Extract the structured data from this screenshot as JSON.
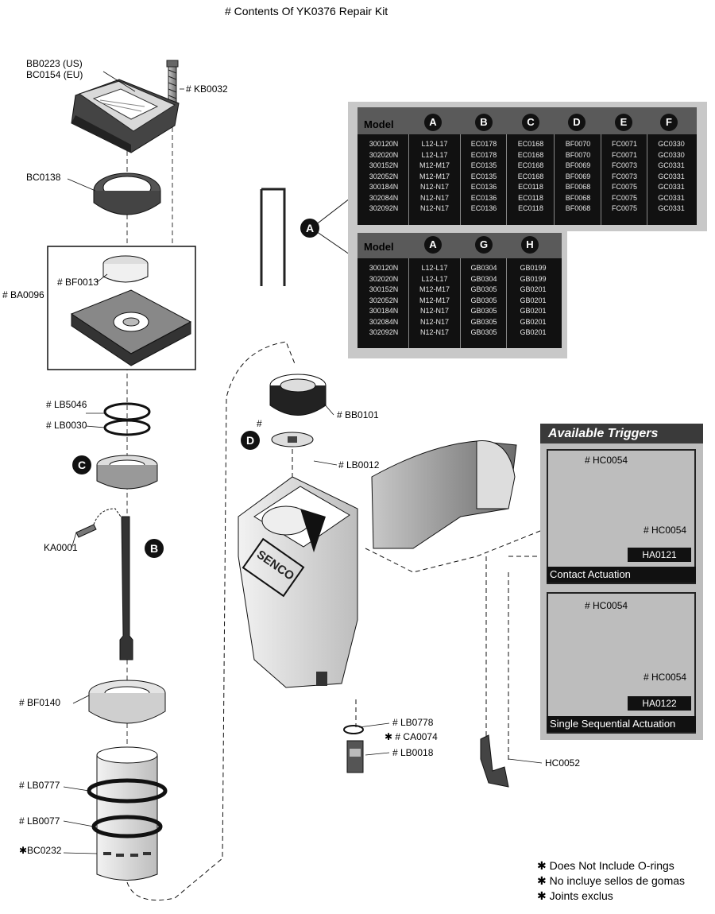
{
  "title": "# Contents Of YK0376 Repair Kit",
  "labels": {
    "bb0223_us": "BB0223 (US)",
    "bc0154_eu": "BC0154 (EU)",
    "kb0032": "# KB0032",
    "bc0138": "BC0138",
    "bf0013": "# BF0013",
    "ba0096": "# BA0096",
    "lb5046": "# LB5046",
    "lb0030": "# LB0030",
    "ka0001": "KA0001",
    "bf0140": "# BF0140",
    "lb0777": "# LB0777",
    "lb0077": "# LB0077",
    "bc0232": "✱BC0232",
    "bb0101": "# BB0101",
    "lb0012": "# LB0012",
    "d_hash": "#",
    "lb0778": "# LB0778",
    "ca0074": "✱ # CA0074",
    "lb0018": "# LB0018",
    "hc0052": "HC0052"
  },
  "callouts": {
    "a": "A",
    "b": "B",
    "c": "C",
    "d": "D"
  },
  "table1": {
    "model_label": "Model",
    "headers": [
      "A",
      "B",
      "C",
      "D",
      "E",
      "F"
    ],
    "columns": [
      [
        "300120N",
        "302020N",
        "300152N",
        "302052N",
        "300184N",
        "302084N",
        "302092N"
      ],
      [
        "L12-L17",
        "L12-L17",
        "M12-M17",
        "M12-M17",
        "N12-N17",
        "N12-N17",
        "N12-N17"
      ],
      [
        "EC0178",
        "EC0178",
        "EC0135",
        "EC0135",
        "EC0136",
        "EC0136",
        "EC0136"
      ],
      [
        "EC0168",
        "EC0168",
        "EC0168",
        "EC0168",
        "EC0118",
        "EC0118",
        "EC0118"
      ],
      [
        "BF0070",
        "BF0070",
        "BF0069",
        "BF0069",
        "BF0068",
        "BF0068",
        "BF0068"
      ],
      [
        "FC0071",
        "FC0071",
        "FC0073",
        "FC0073",
        "FC0075",
        "FC0075",
        "FC0075"
      ],
      [
        "GC0330",
        "GC0330",
        "GC0331",
        "GC0331",
        "GC0331",
        "GC0331",
        "GC0331"
      ]
    ]
  },
  "table2": {
    "model_label": "Model",
    "headers": [
      "A",
      "G",
      "H"
    ],
    "columns": [
      [
        "300120N",
        "302020N",
        "300152N",
        "302052N",
        "300184N",
        "302084N",
        "302092N"
      ],
      [
        "L12-L17",
        "L12-L17",
        "M12-M17",
        "M12-M17",
        "N12-N17",
        "N12-N17",
        "N12-N17"
      ],
      [
        "GB0304",
        "GB0304",
        "GB0305",
        "GB0305",
        "GB0305",
        "GB0305",
        "GB0305"
      ],
      [
        "GB0199",
        "GB0199",
        "GB0201",
        "GB0201",
        "GB0201",
        "GB0201",
        "GB0201"
      ]
    ]
  },
  "triggers": {
    "title": "Available Triggers",
    "contact": {
      "part1": "# HC0054",
      "part2": "# HC0054",
      "code": "HA0121",
      "name": "Contact Actuation"
    },
    "sequential": {
      "part1": "# HC0054",
      "part2": "# HC0054",
      "code": "HA0122",
      "name": "Single Sequential Actuation"
    }
  },
  "notes": [
    "✱ Does Not Include O-rings",
    "✱ No incluye sellos de gomas",
    "✱ Joints exclus"
  ],
  "brand": "SENCO",
  "colors": {
    "panel_gray": "#c8c8c8",
    "dark": "#111111",
    "header_gray": "#5a5a5a"
  }
}
